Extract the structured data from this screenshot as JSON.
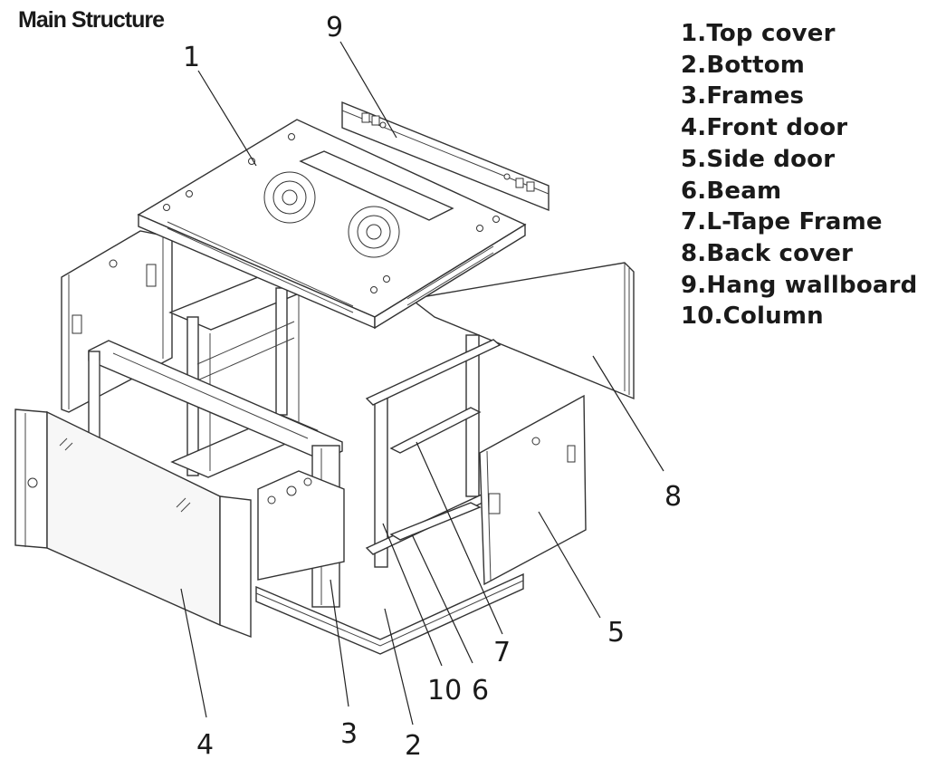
{
  "title": "Main Structure",
  "legend": [
    "1.Top cover",
    "2.Bottom",
    "3.Frames",
    "4.Front door",
    "5.Side door",
    "6.Beam",
    "7.L-Tape Frame",
    "8.Back cover",
    "9.Hang wallboard",
    "10.Column"
  ],
  "callouts": {
    "top_cover": "1",
    "bottom": "2",
    "frames": "3",
    "front_door": "4",
    "side_door": "5",
    "beam": "6",
    "l_tape_frame": "7",
    "back_cover": "8",
    "hang_wallboard": "9",
    "column": "10"
  }
}
